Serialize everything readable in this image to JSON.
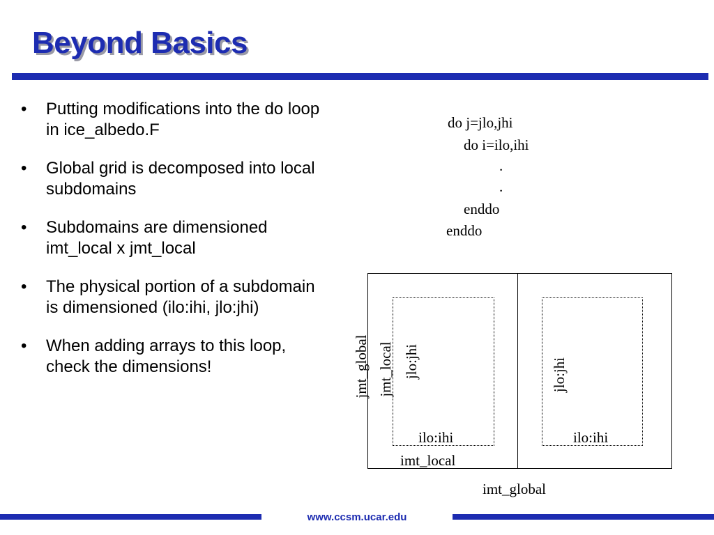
{
  "title": "Beyond Basics",
  "bullets": [
    "Putting modifications into the do loop in ice_albedo.F",
    "Global grid is decomposed into local subdomains",
    "Subdomains are dimensioned imt_local x jmt_local",
    "The physical portion of a subdomain is dimensioned (ilo:ihi, jlo:jhi)",
    "When adding arrays to this loop, check the dimensions!"
  ],
  "code": {
    "line1": "do j=jlo,jhi",
    "line2": "do i=ilo,ihi",
    "line3": ".",
    "line4": ".",
    "line5": "enddo",
    "line6": "enddo"
  },
  "diagram": {
    "jmt_global": "jmt_global",
    "jmt_local": "jmt_local",
    "jlo_jhi_left": "jlo:jhi",
    "jlo_jhi_right": "jlo:jhi",
    "ilo_ihi_left": "ilo:ihi",
    "ilo_ihi_right": "ilo:ihi",
    "imt_local": "imt_local",
    "imt_global": "imt_global"
  },
  "footer": "www.ccsm.ucar.edu",
  "colors": {
    "accent": "#1d2cb1"
  }
}
